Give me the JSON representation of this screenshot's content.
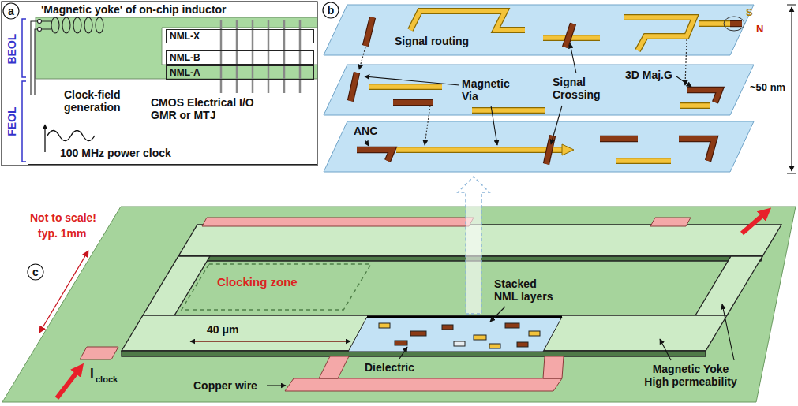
{
  "diagram": {
    "nodes": [
      {
        "text": [
          "a"
        ]
      },
      {
        "text": [
          "b"
        ]
      },
      {
        "text": [
          "c"
        ]
      },
      {
        "text": [
          "NML-X"
        ]
      },
      {
        "text": [
          "NML-B"
        ]
      },
      {
        "text": [
          "NML-A"
        ]
      },
      {
        "text": [
          "Clock-field generation",
          "CMOS Electrical I/O GMR or MTJ",
          "100 MHz power clock"
        ]
      },
      {
        "text": [
          "Clocking zone"
        ]
      }
    ],
    "labels": [
      "'Magnetic yoke' of on-chip inductor",
      "BEOL",
      "FEOL",
      "Signal routing",
      "S",
      "N",
      "~50 nm",
      "3D Maj.G",
      "Magnetic Via",
      "Signal Crossing",
      "ANC",
      "Not to scale!",
      "typ. 1mm",
      "40 μm",
      "Stacked NML layers",
      "Dielectric",
      "Magnetic Yoke High permeability",
      "I",
      "clock",
      "Copper wire"
    ]
  }
}
